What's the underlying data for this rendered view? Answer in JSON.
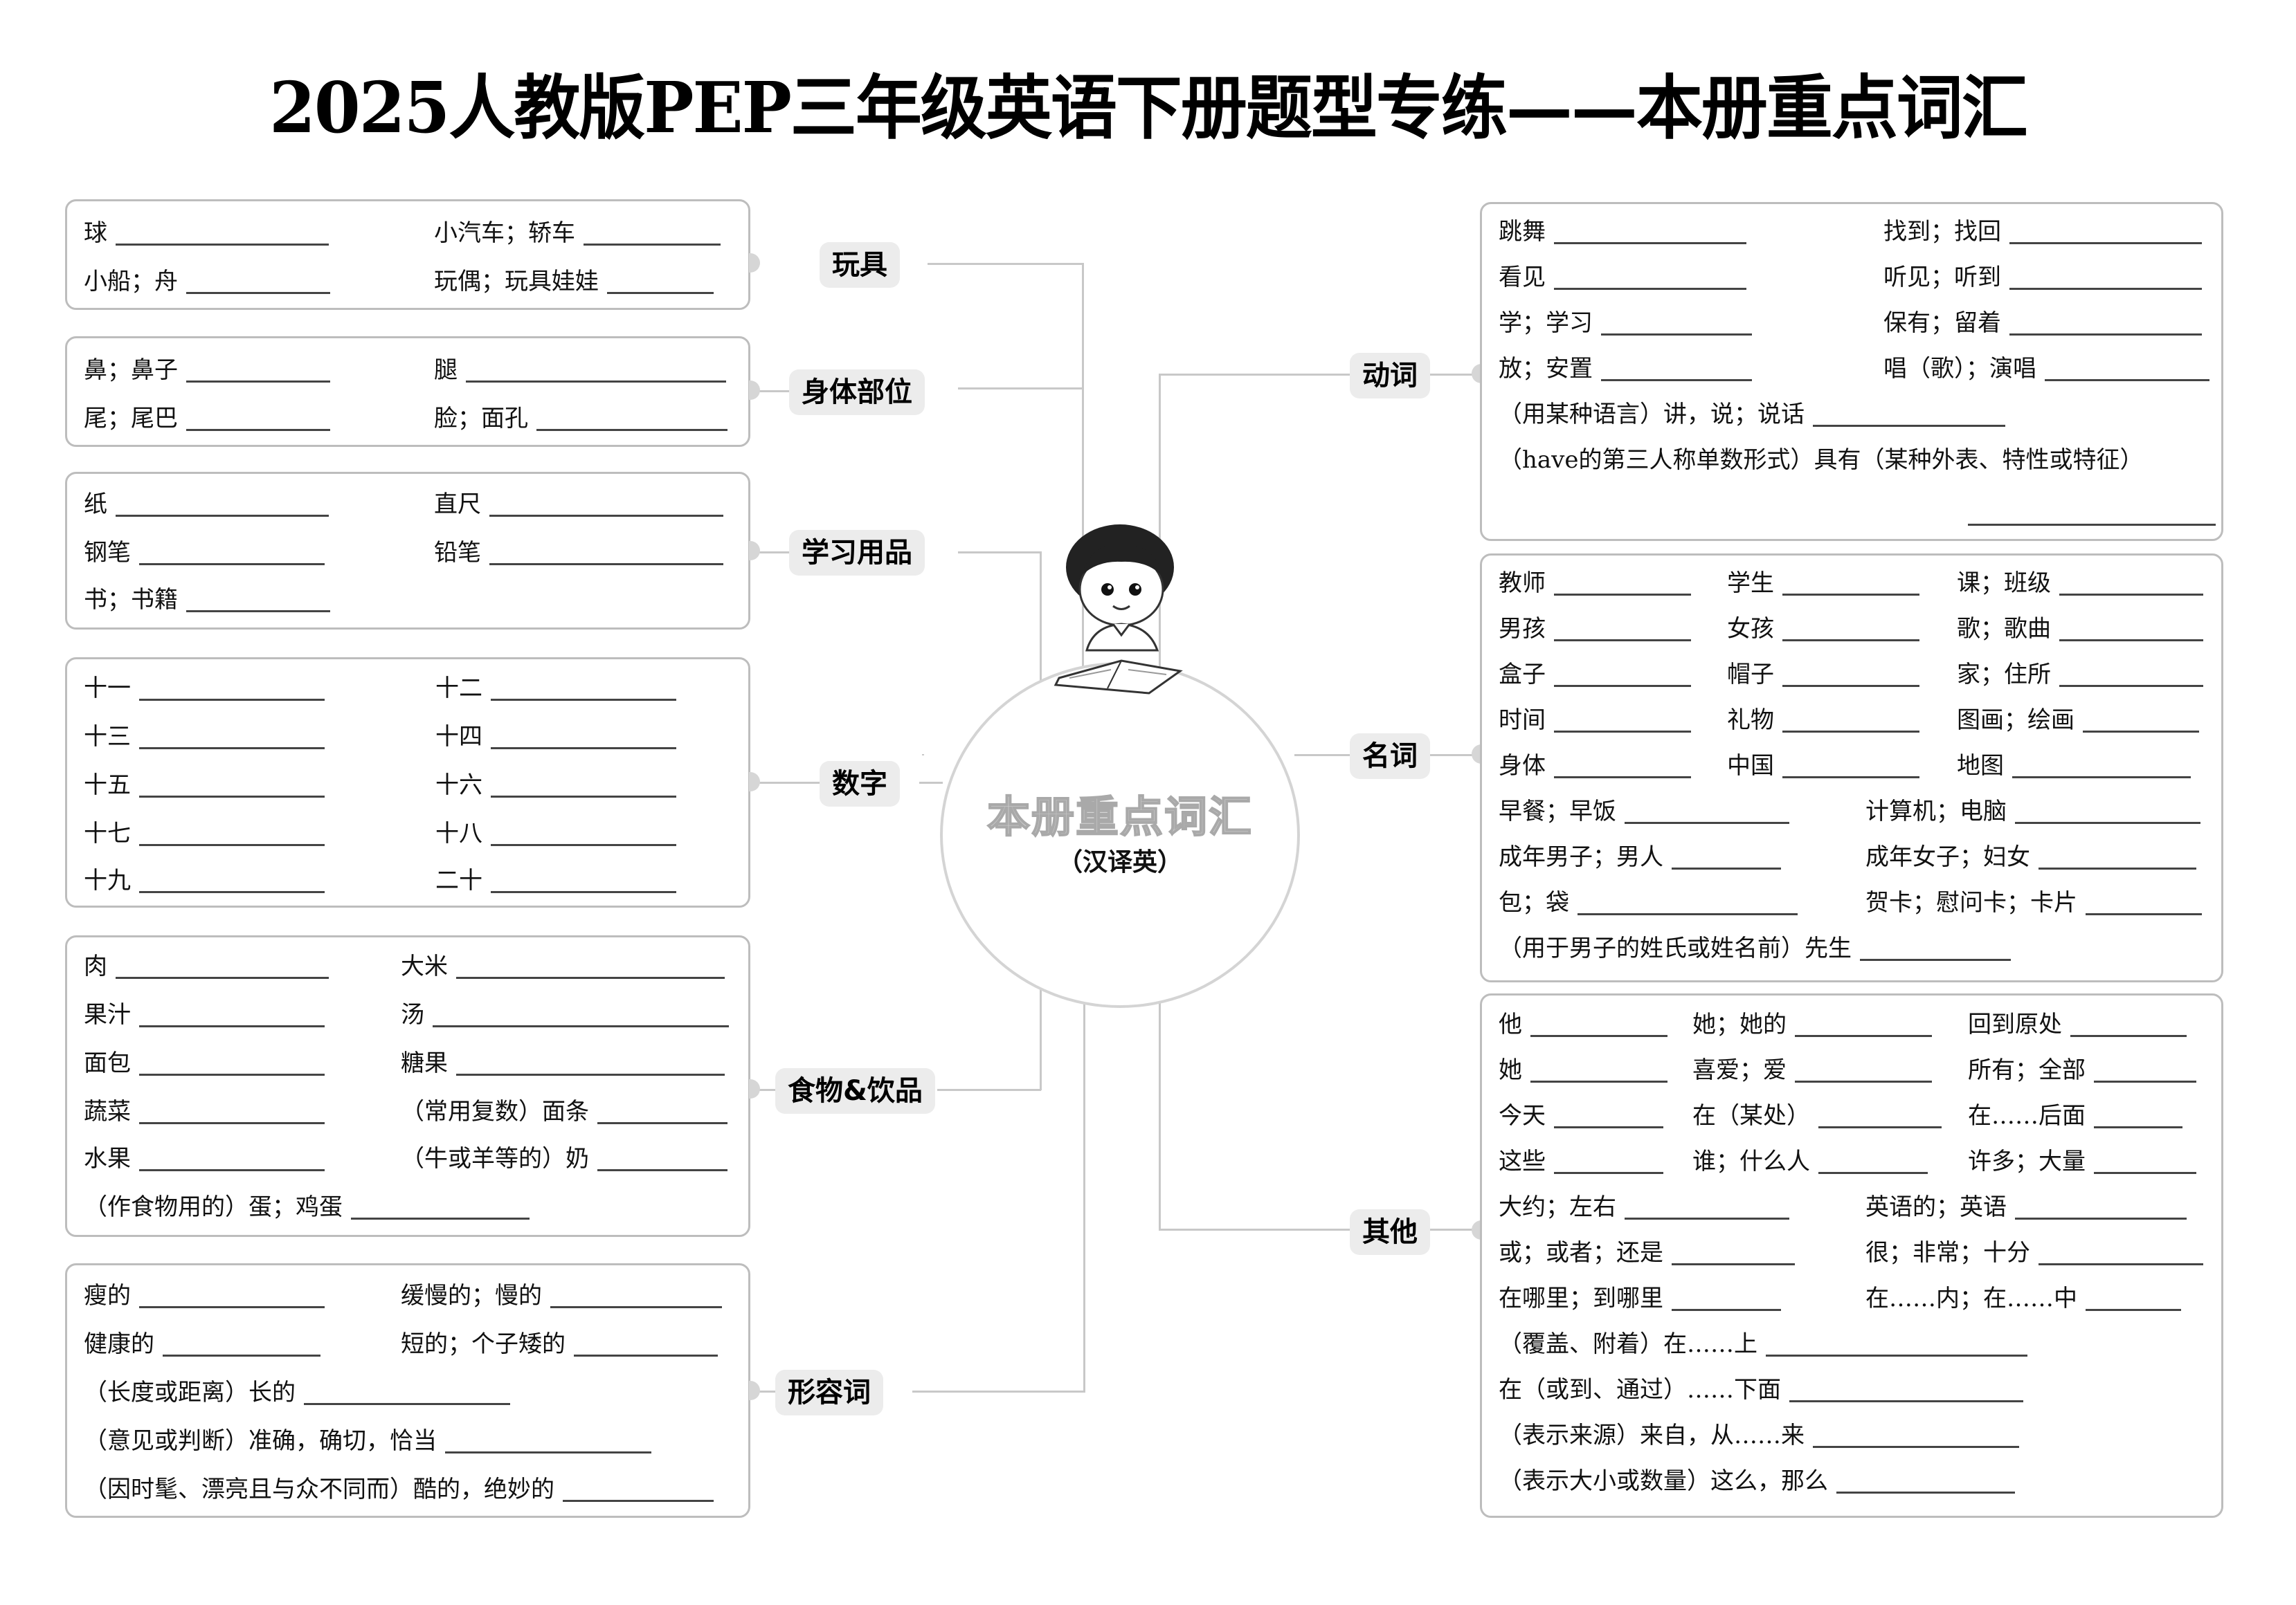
{
  "title": "2025人教版PEP三年级英语下册题型专练——本册重点词汇",
  "center": {
    "title": "本册重点词汇",
    "subtitle": "（汉译英）",
    "illustration": "boy-reading-book"
  },
  "categories": {
    "toys": {
      "label": "玩具",
      "items": [
        "球",
        "小汽车；轿车",
        "小船；舟",
        "玩偶；玩具娃娃"
      ]
    },
    "body": {
      "label": "身体部位",
      "items": [
        "鼻；鼻子",
        "腿",
        "尾；尾巴",
        "脸；面孔"
      ]
    },
    "school": {
      "label": "学习用品",
      "items": [
        "纸",
        "直尺",
        "钢笔",
        "铅笔",
        "书；书籍"
      ]
    },
    "numbers": {
      "label": "数字",
      "items": [
        "十一",
        "十二",
        "十三",
        "十四",
        "十五",
        "十六",
        "十七",
        "十八",
        "十九",
        "二十"
      ]
    },
    "food": {
      "label": "食物&饮品",
      "items": [
        "肉",
        "大米",
        "果汁",
        "汤",
        "面包",
        "糖果",
        "蔬菜",
        "（常用复数）面条",
        "水果",
        "（牛或羊等的）奶",
        "（作食物用的）蛋；鸡蛋"
      ]
    },
    "adjectives": {
      "label": "形容词",
      "items": [
        "瘦的",
        "缓慢的；慢的",
        "健康的",
        "短的；个子矮的",
        "（长度或距离）长的",
        "（意见或判断）准确，确切，恰当",
        "（因时髦、漂亮且与众不同而）酷的，绝妙的"
      ]
    },
    "verbs": {
      "label": "动词",
      "items": [
        "跳舞",
        "找到；找回",
        "看见",
        "听见；听到",
        "学；学习",
        "保有；留着",
        "放；安置",
        "唱（歌）；演唱",
        "（用某种语言）讲，说；说话",
        "（have的第三人称单数形式）具有（某种外表、特性或特征）"
      ]
    },
    "nouns": {
      "label": "名词",
      "items": [
        "教师",
        "学生",
        "课；班级",
        "男孩",
        "女孩",
        "歌；歌曲",
        "盒子",
        "帽子",
        "家；住所",
        "时间",
        "礼物",
        "图画；绘画",
        "身体",
        "中国",
        "地图",
        "早餐；早饭",
        "计算机；电脑",
        "成年男子；男人",
        "成年女子；妇女",
        "包；袋",
        "贺卡；慰问卡；卡片",
        "（用于男子的姓氏或姓名前）先生"
      ]
    },
    "others": {
      "label": "其他",
      "items": [
        "他",
        "她；她的",
        "回到原处",
        "她",
        "喜爱；爱",
        "所有；全部",
        "今天",
        "在（某处）",
        "在……后面",
        "这些",
        "谁；什么人",
        "许多；大量",
        "大约；左右",
        "英语的；英语",
        "或；或者；还是",
        "很；非常；十分",
        "在哪里；到哪里",
        "在……内；在……中",
        "（覆盖、附着）在……上",
        "在（或到、通过）……下面",
        "（表示来源）来自，从……来",
        "（表示大小或数量）这么，那么"
      ]
    }
  }
}
